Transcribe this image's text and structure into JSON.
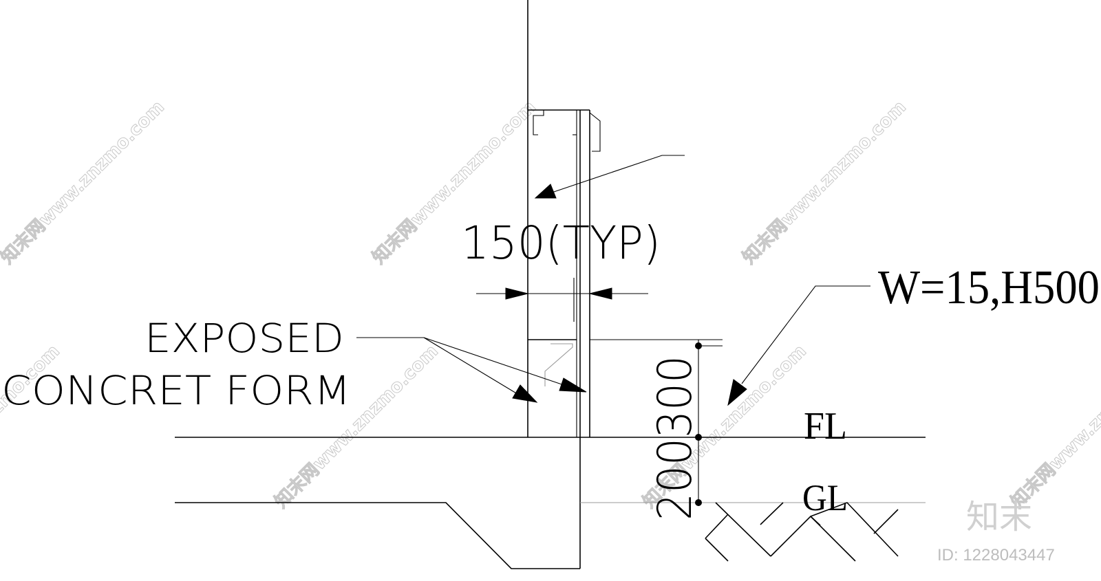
{
  "labels": {
    "dim_width": "150(TYP)",
    "material_line1": "EXPOSED",
    "material_line2": "CONCRET FORM",
    "joint_spec": "W=15,H500",
    "dim_vertical": "200300",
    "floor_level": "FL",
    "ground_level": "GL"
  },
  "watermark": {
    "text": "知末网www.znzmo.com",
    "brand": "知末",
    "id": "ID: 1228043447"
  }
}
